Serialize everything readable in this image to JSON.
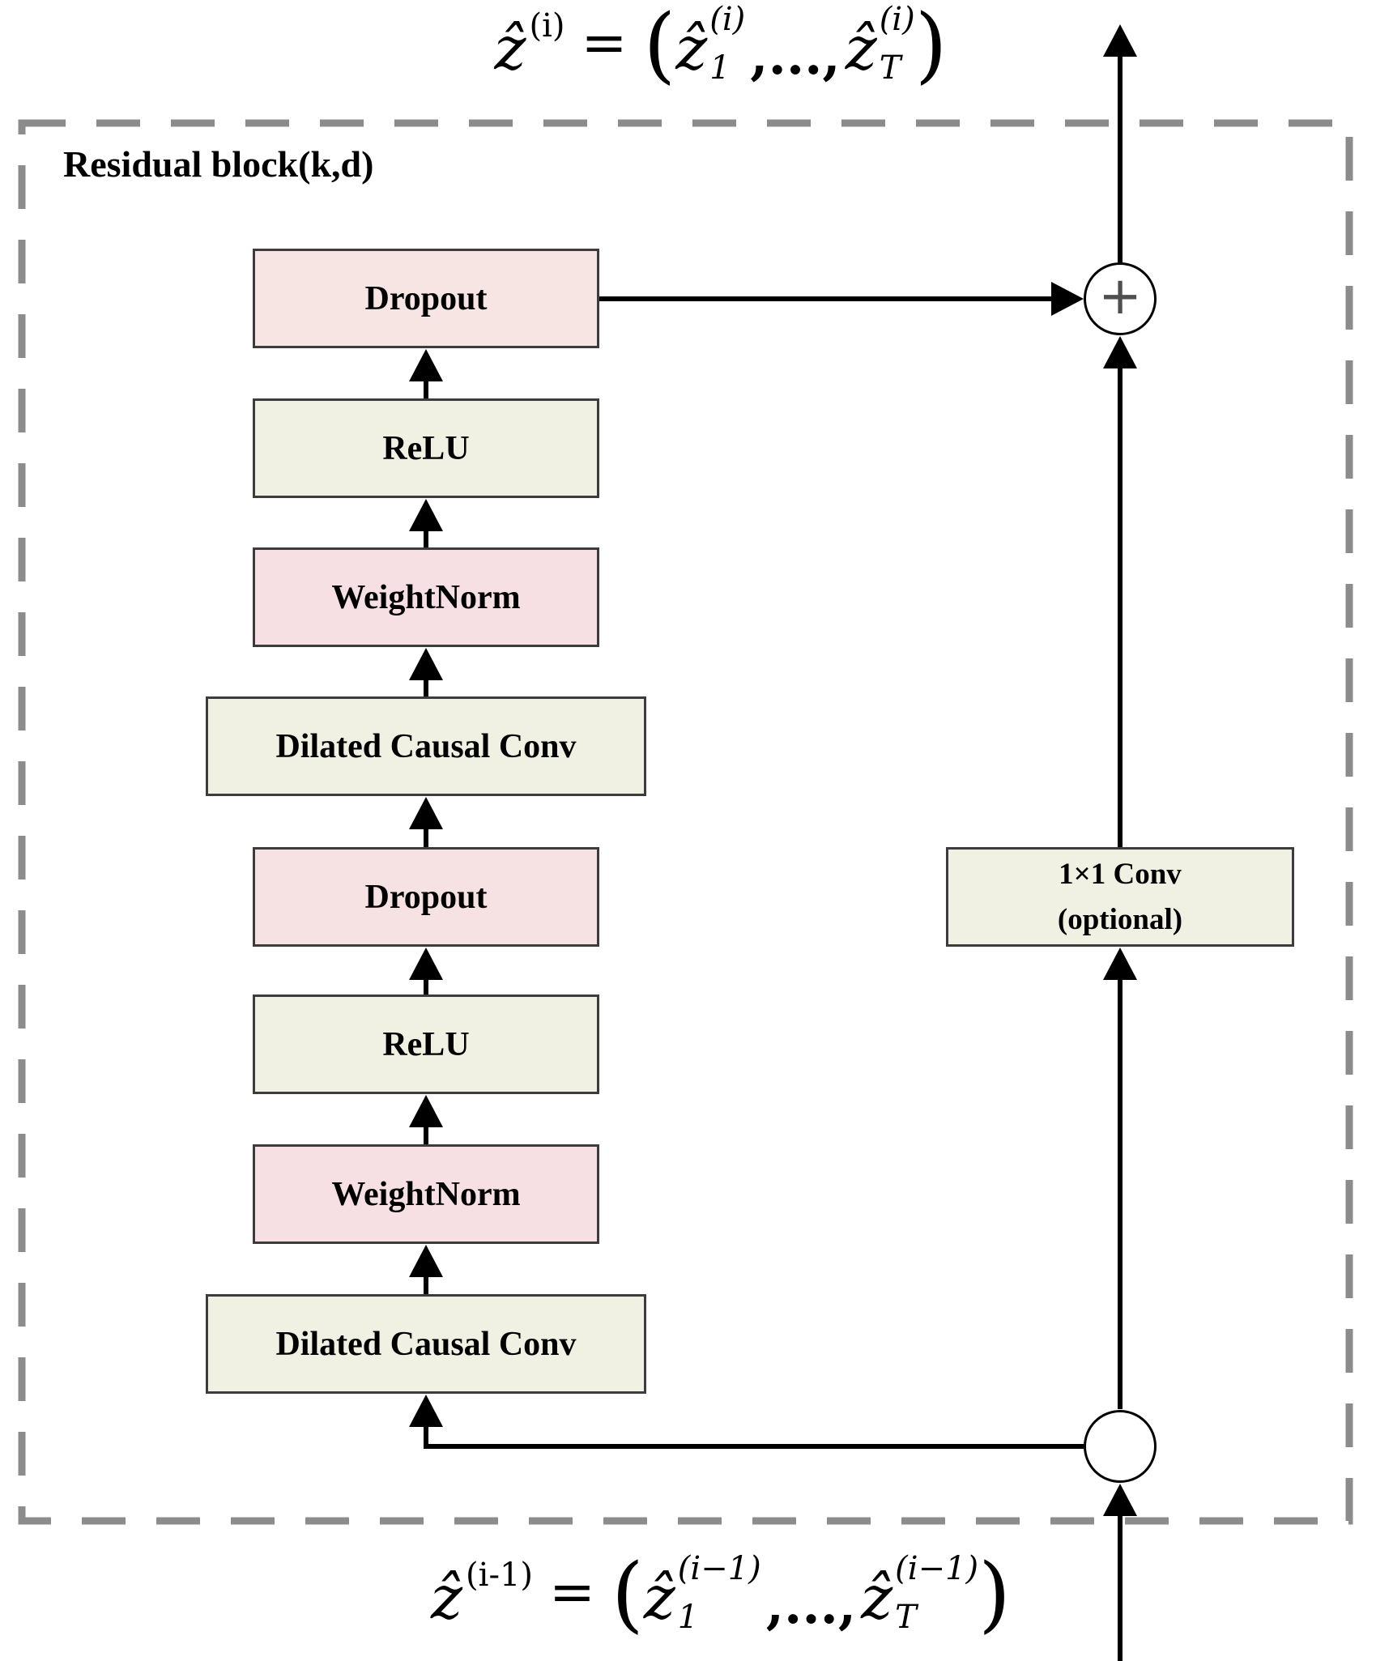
{
  "residual_label": "Residual block(k,d)",
  "formula_top": {
    "lhs_var": "ẑ",
    "lhs_sup": "(i)",
    "eq": "=",
    "lparen": "(",
    "t1_var": "ẑ",
    "t1_sup": "(i)",
    "t1_sub": "1",
    "ellipsis": ",...,",
    "t2_var": "ẑ",
    "t2_sup": "(i)",
    "t2_sub": "T",
    "rparen": ")"
  },
  "formula_bottom": {
    "lhs_var": "ẑ",
    "lhs_sup": "(i-1)",
    "eq": "=",
    "lparen": "(",
    "t1_var": "ẑ",
    "t1_sup": "(i−1)",
    "t1_sub": "1",
    "ellipsis": ",...,",
    "t2_var": "ẑ",
    "t2_sup": "(i−1)",
    "t2_sub": "T",
    "rparen": ")"
  },
  "blocks": [
    {
      "label": "Dropout",
      "color": "#f7e5e4"
    },
    {
      "label": "ReLU",
      "color": "#f0f1e2"
    },
    {
      "label": "WeightNorm",
      "color": "#f6e0e4"
    },
    {
      "label": "Dilated Causal Conv",
      "color": "#f0f1e2"
    },
    {
      "label": "Dropout",
      "color": "#f6e2e2"
    },
    {
      "label": "ReLU",
      "color": "#f0f1e2"
    },
    {
      "label": "WeightNorm",
      "color": "#f6e0e4"
    },
    {
      "label": "Dilated Causal Conv",
      "color": "#f0f1e2"
    }
  ],
  "skip_branch": {
    "conv_label_line1": "1×1 Conv",
    "conv_label_line2": "(optional)",
    "conv_color": "#f0f1e2",
    "plus_symbol": "+"
  },
  "colors": {
    "connector": "#000000",
    "dashed_border": "#8c8c8c",
    "box_border": "#3c3c3c",
    "plus_sign": "#4f4f4f",
    "background": "#ffffff"
  }
}
